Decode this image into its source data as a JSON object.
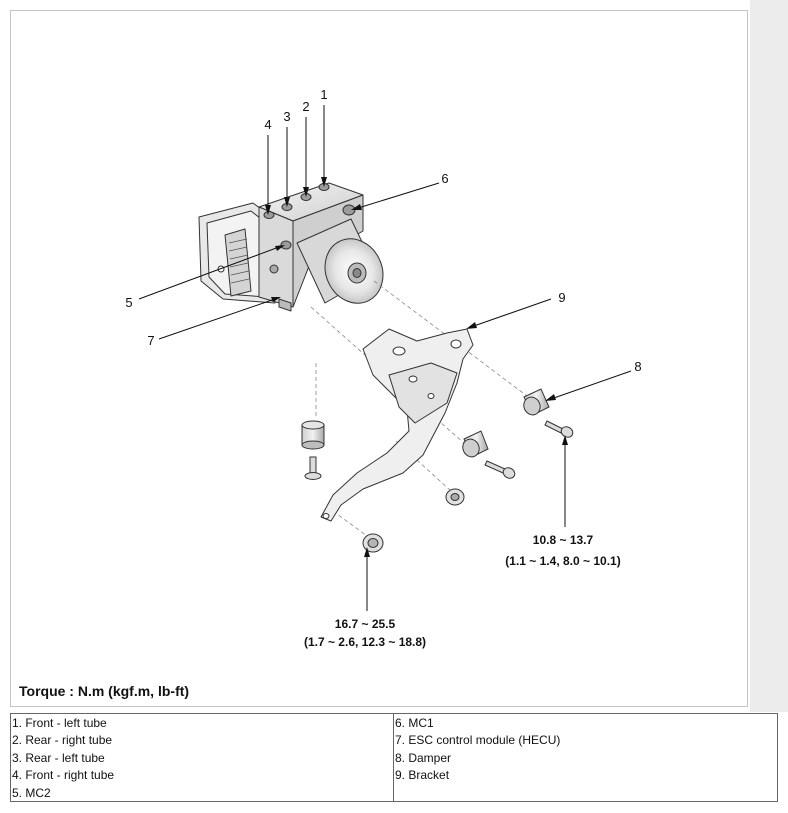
{
  "callouts": [
    {
      "id": "1",
      "label": "1"
    },
    {
      "id": "2",
      "label": "2"
    },
    {
      "id": "3",
      "label": "3"
    },
    {
      "id": "4",
      "label": "4"
    },
    {
      "id": "5",
      "label": "5"
    },
    {
      "id": "6",
      "label": "6"
    },
    {
      "id": "7",
      "label": "7"
    },
    {
      "id": "8",
      "label": "8"
    },
    {
      "id": "9",
      "label": "9"
    }
  ],
  "torque_specs": {
    "upper": {
      "line1": "10.8 ~ 13.7",
      "line2": "(1.1 ~ 1.4, 8.0 ~ 10.1)"
    },
    "lower": {
      "line1": "16.7 ~ 25.5",
      "line2": "(1.7 ~ 2.6, 12.3 ~ 18.8)"
    }
  },
  "torque_caption": "Torque : N.m (kgf.m, lb-ft)",
  "legend": {
    "left": [
      "1. Front - left tube",
      "2. Rear - right tube",
      "3. Rear - left tube",
      "4. Front - right tube",
      "5. MC2"
    ],
    "right": [
      "6. MC1",
      "7. ESC control module (HECU)",
      "8. Damper",
      "9. Bracket"
    ]
  }
}
